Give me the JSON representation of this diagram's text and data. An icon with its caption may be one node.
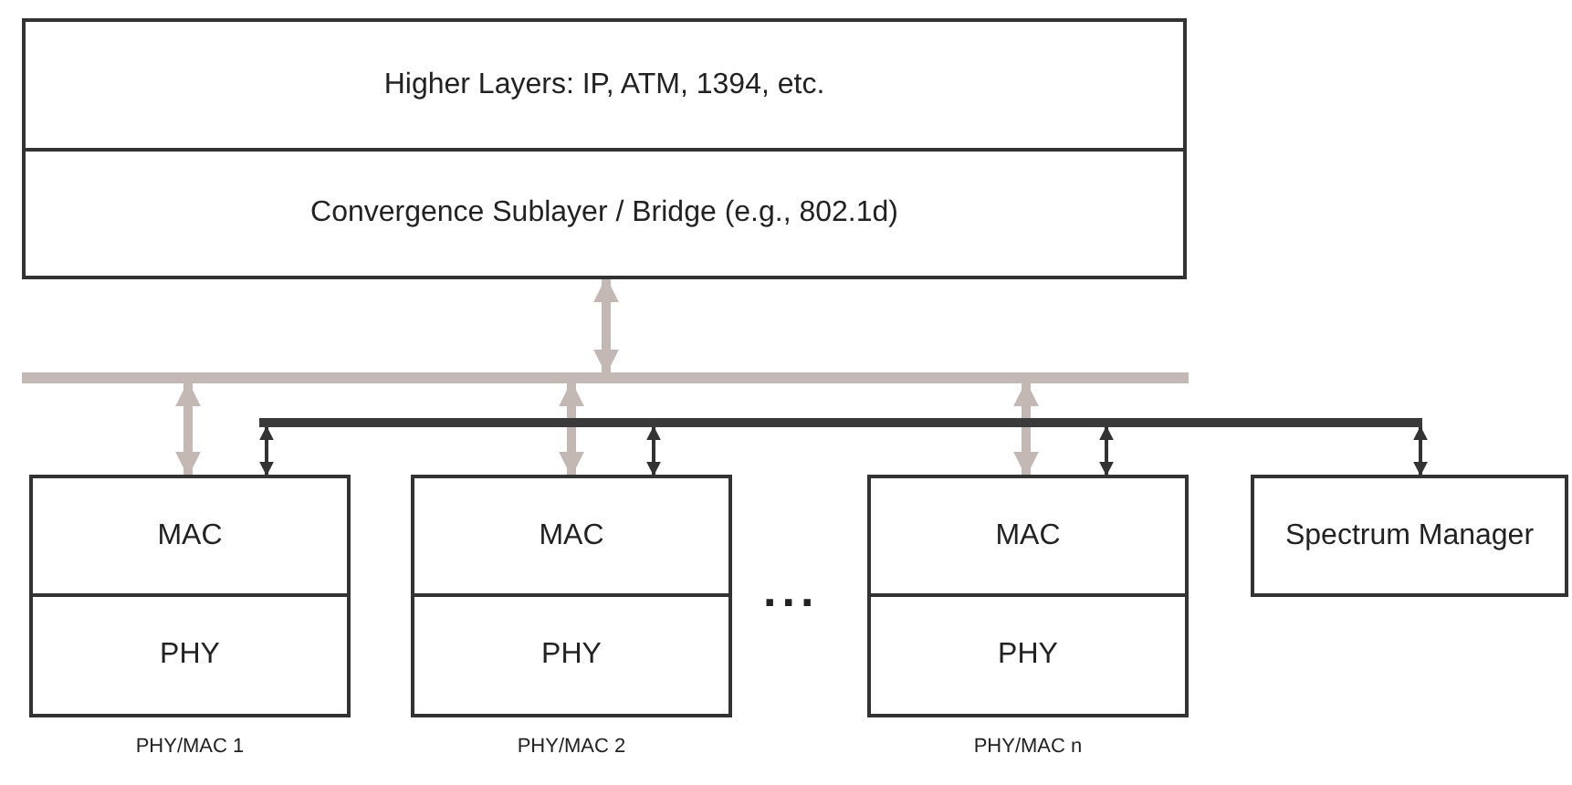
{
  "diagram": {
    "nodes": [
      {
        "text": [
          "Higher Layers: IP, ATM, 1394, etc."
        ]
      },
      {
        "text": [
          "Convergence Sublayer / Bridge (e.g., 802.1d)"
        ]
      },
      {
        "text": [],
        "shape": "bar"
      },
      {
        "text": [],
        "shape": "bar"
      },
      {
        "text": [],
        "shape": "box",
        "beside": [
          "PHY/MAC 1"
        ]
      },
      {
        "text": [
          "MAC"
        ],
        "in": 4
      },
      {
        "text": [
          "PHY"
        ],
        "in": 4
      },
      {
        "text": [],
        "shape": "box",
        "beside": [
          "PHY/MAC 2"
        ]
      },
      {
        "text": [
          "MAC"
        ],
        "in": 7
      },
      {
        "text": [
          "PHY"
        ],
        "in": 7
      },
      {
        "text": [],
        "shape": "box",
        "beside": [
          "PHY/MAC n"
        ]
      },
      {
        "text": [
          "MAC"
        ],
        "in": 10
      },
      {
        "text": [
          "PHY"
        ],
        "in": 10
      },
      {
        "text": [
          "Spectrum Manager"
        ]
      }
    ],
    "edges": [
      {
        "from": 1,
        "to": 2,
        "arrow": "both",
        "style": "thick",
        "color": "#c4b8b4"
      },
      {
        "from": 2,
        "to": 5,
        "arrow": "both",
        "style": "thick",
        "color": "#c4b8b4"
      },
      {
        "from": 2,
        "to": 8,
        "arrow": "both",
        "style": "thick",
        "color": "#c4b8b4"
      },
      {
        "from": 2,
        "to": 11,
        "arrow": "both",
        "style": "thick",
        "color": "#c4b8b4"
      },
      {
        "from": 3,
        "to": 5,
        "arrow": "both",
        "color": "#333333"
      },
      {
        "from": 3,
        "to": 8,
        "arrow": "both",
        "color": "#333333"
      },
      {
        "from": 3,
        "to": 11,
        "arrow": "both",
        "color": "#333333"
      },
      {
        "from": 3,
        "to": 13,
        "arrow": "both",
        "color": "#333333"
      }
    ],
    "labels": [
      "..."
    ]
  }
}
